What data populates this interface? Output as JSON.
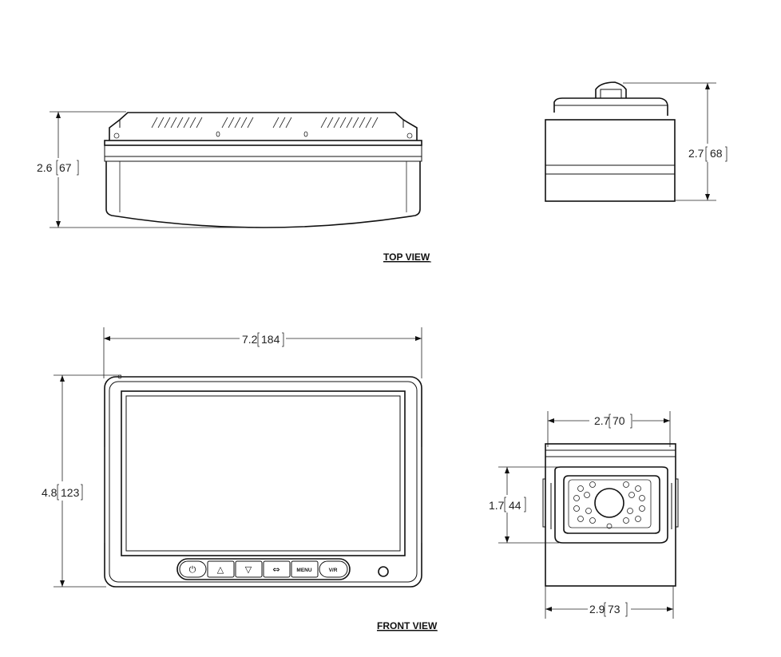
{
  "views": {
    "top_label": "TOP VIEW",
    "front_label": "FRONT VIEW"
  },
  "dimensions": {
    "monitor_depth": {
      "in": "2.6",
      "mm": "67"
    },
    "camera_depth": {
      "in": "2.7",
      "mm": "68"
    },
    "monitor_width": {
      "in": "7.2",
      "mm": "184"
    },
    "monitor_height": {
      "in": "4.8",
      "mm": "123"
    },
    "camera_top_width": {
      "in": "2.7",
      "mm": "70"
    },
    "camera_height": {
      "in": "1.7",
      "mm": "44"
    },
    "camera_bottom_width": {
      "in": "2.9",
      "mm": "73"
    }
  },
  "buttons": {
    "power": "⏻",
    "up": "△",
    "down": "▽",
    "source": "⇔",
    "menu": "MENU",
    "vm": "V/R"
  },
  "colors": {
    "line": "#111111",
    "background": "#ffffff"
  }
}
